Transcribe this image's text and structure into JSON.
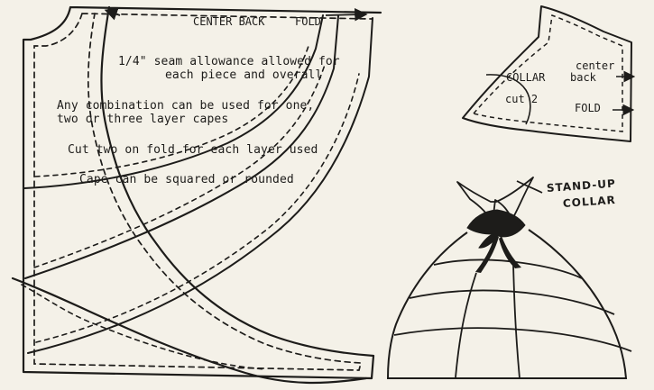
{
  "main_pattern": {
    "center_back_label": "CENTER BACK",
    "fold_label": "FOLD",
    "instructions": [
      "1/4\" seam allowance allowed for",
      "each piece and overall",
      "Any combination can be used for one,",
      "two or three layer capes",
      "Cut two on fold for each layer used",
      "Cape can be squared or rounded"
    ]
  },
  "collar_piece": {
    "title": "COLLAR",
    "cut_text": "cut 2",
    "center_label": "center",
    "back_label": "back",
    "fold_label": "FOLD"
  },
  "illustration": {
    "line1": "STAND-UP",
    "line2": "COLLAR"
  }
}
